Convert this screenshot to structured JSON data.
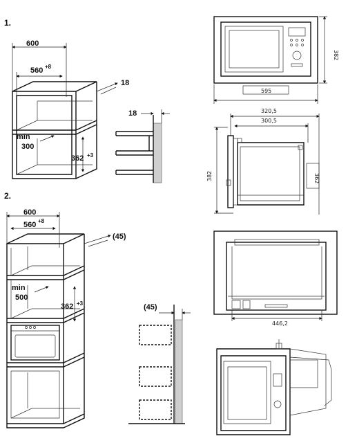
{
  "step1": {
    "number": "1.",
    "dim_width": "600",
    "dim_inner": "560",
    "dim_inner_sup": "+8",
    "dim_thickness": "18",
    "dim_min_label": "min",
    "dim_min_value": "300",
    "dim_height": "362",
    "dim_height_sup": "+3",
    "side_thickness": "18"
  },
  "step2": {
    "number": "2.",
    "dim_width": "600",
    "dim_inner": "560",
    "dim_inner_sup": "+8",
    "dim_thickness": "(45)",
    "dim_min_label": "min",
    "dim_min_value": "500",
    "dim_height": "362",
    "dim_height_sup": "+3",
    "side_thickness": "(45)"
  },
  "front_view": {
    "width": "595",
    "height": "382"
  },
  "side_view": {
    "depth_total": "320,5",
    "depth_inner": "300,5",
    "height": "382",
    "panel_height": "362"
  },
  "top_view": {
    "width": "446,2"
  },
  "colors": {
    "line": "#111111",
    "wall": "#cfcfcf"
  }
}
